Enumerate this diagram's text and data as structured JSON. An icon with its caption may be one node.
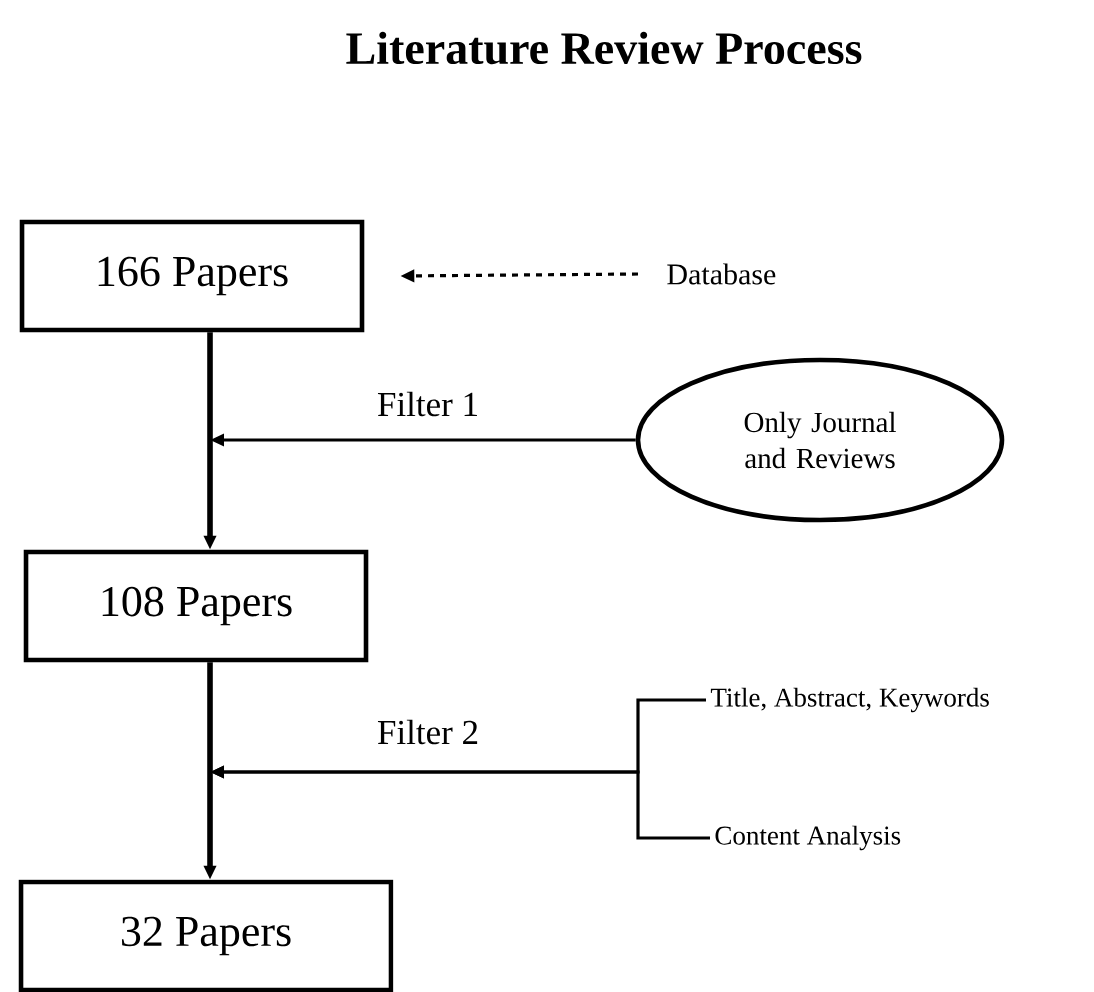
{
  "diagram": {
    "title": "Literature Review Process",
    "nodes": [
      {
        "text": [
          "166 Papers"
        ]
      },
      {
        "text": [
          "Database"
        ]
      },
      {
        "text": [
          "Only Journal and Reviews"
        ]
      },
      {
        "text": [
          "108 Papers"
        ]
      },
      {
        "text": [
          "Title, Abstract, Keywords"
        ]
      },
      {
        "text": [
          "Content Analysis"
        ]
      },
      {
        "text": [
          "32 Papers"
        ]
      }
    ],
    "edges": [
      {
        "from": 1,
        "to": 0,
        "arrow": "to",
        "style": "dashed"
      },
      {
        "from": 0,
        "to": 3,
        "arrow": "to"
      },
      {
        "from": 2,
        "to": null,
        "arrow": "to",
        "label": "Filter 1"
      },
      {
        "from": 4,
        "to": null,
        "arrow": "to",
        "label": "Filter 2"
      },
      {
        "from": 5,
        "to": null,
        "arrow": "to"
      },
      {
        "from": 3,
        "to": 6,
        "arrow": "to"
      }
    ]
  }
}
